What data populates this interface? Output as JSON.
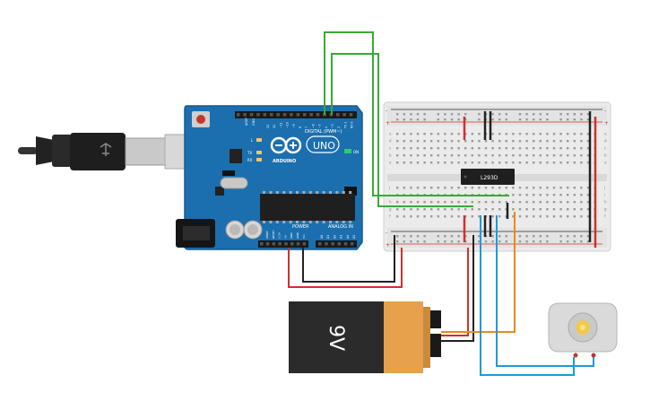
{
  "arduino": {
    "brand": "ARDUINO",
    "model": "UNO",
    "digital_header": "DIGITAL (PWM~)",
    "power_label": "POWER",
    "analog_label": "ANALOG IN",
    "on_label": "ON",
    "tx_label": "TX",
    "rx_label": "RX",
    "l_label": "L",
    "aref_label": "AREF",
    "gnd_label": "GND",
    "digital_pin_labels": [
      "13",
      "12",
      "~11",
      "~10",
      "~9",
      "8",
      "7",
      "~6",
      "~5",
      "4",
      "~3",
      "2",
      "TX 1",
      "RX 0"
    ],
    "power_pin_labels": [
      "IOREF",
      "RESET",
      "3.3V",
      "5V",
      "GND",
      "GND",
      "Vin"
    ],
    "analog_pin_labels": [
      "A0",
      "A1",
      "A2",
      "A3",
      "A4",
      "A5"
    ]
  },
  "chip": {
    "label": "L293D"
  },
  "battery": {
    "label": "9V"
  },
  "breadboard": {
    "plus": "+",
    "minus": "-",
    "row_letters": [
      "a",
      "b",
      "c",
      "d",
      "e",
      "f",
      "g",
      "h",
      "i",
      "j"
    ]
  },
  "colors": {
    "board_blue": "#1b6fae",
    "wire_green": "#3aaa35",
    "wire_red": "#d0312d",
    "wire_black": "#222222",
    "wire_orange": "#e88a1a",
    "wire_blue": "#1f9ad6",
    "battery_orange": "#e7a04b",
    "battery_black": "#2b2b2b"
  }
}
